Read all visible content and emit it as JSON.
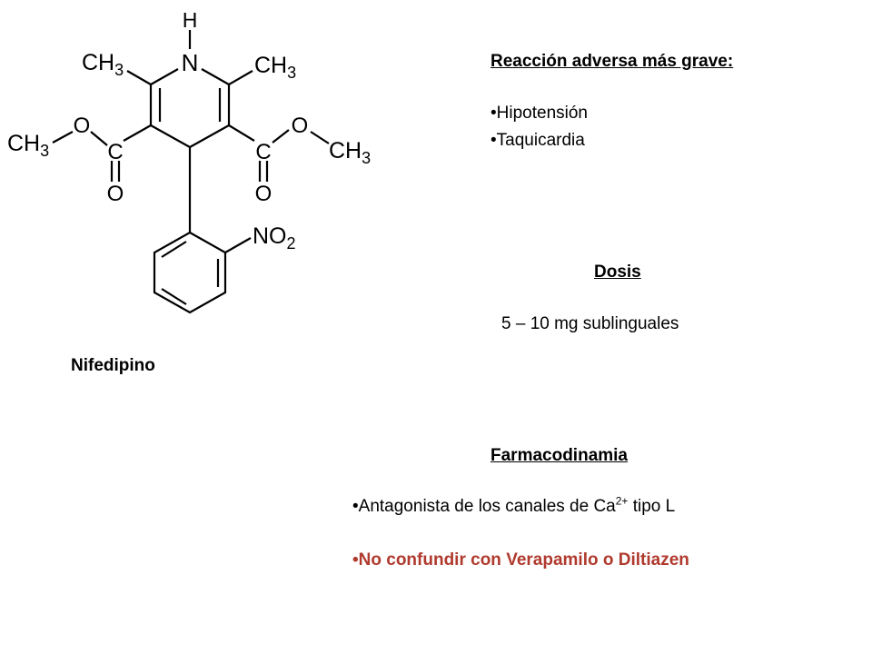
{
  "molecule": {
    "atoms": {
      "h_top": "H",
      "n_ring": "N",
      "ch3_left_top": "CH",
      "ch3_left_top_sub": "3",
      "ch3_right_top": "CH",
      "ch3_right_top_sub": "3",
      "ch3_left_ester": "CH",
      "ch3_left_ester_sub": "3",
      "o_left_ether": "O",
      "c_left_carbonyl": "C",
      "o_left_carbonyl": "O",
      "c_right_carbonyl": "C",
      "o_right_ether": "O",
      "ch3_right_ester": "CH",
      "ch3_right_ester_sub": "3",
      "o_right_carbonyl": "O",
      "no2": "NO",
      "no2_sub": "2"
    },
    "name": "Nifedipino"
  },
  "adverse": {
    "heading": "Reacción adversa más grave:",
    "bullet": "•",
    "items": [
      "Hipotensión",
      "Taquicardia"
    ]
  },
  "dose": {
    "heading": "Dosis",
    "value": "5 – 10 mg sublinguales"
  },
  "pharmacodynamics": {
    "heading": "Farmacodinamia",
    "bullet": "•",
    "item_main": "Antagonista de los canales de Ca",
    "item_sup": "2+",
    "item_tail": " tipo L",
    "warning": "No confundir con Verapamilo o Diltiazen"
  },
  "colors": {
    "text": "#000000",
    "warning": "#b03a2e",
    "background": "#ffffff"
  }
}
